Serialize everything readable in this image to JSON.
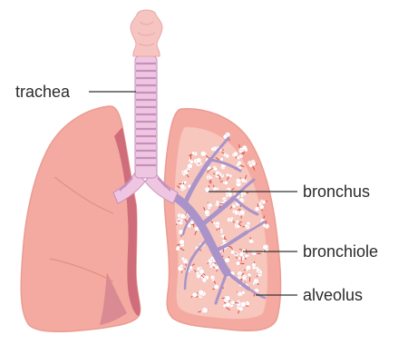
{
  "labels": {
    "trachea": "trachea",
    "bronchus": "bronchus",
    "bronchiole": "bronchiole",
    "alveolus": "alveolus"
  },
  "colors": {
    "lung": "#f4aaa0",
    "lung_light": "#f7c6bd",
    "lung_outline": "#ea9c92",
    "lung_dark": "#cf6d7a",
    "airway": "#efc6e2",
    "airway_ring": "#c68fbd",
    "larynx": "#f6c5c2",
    "bronchiole": "#a993c9",
    "alveolus": "#ffffff",
    "vessel": "#d8443a",
    "leader": "#333333"
  }
}
